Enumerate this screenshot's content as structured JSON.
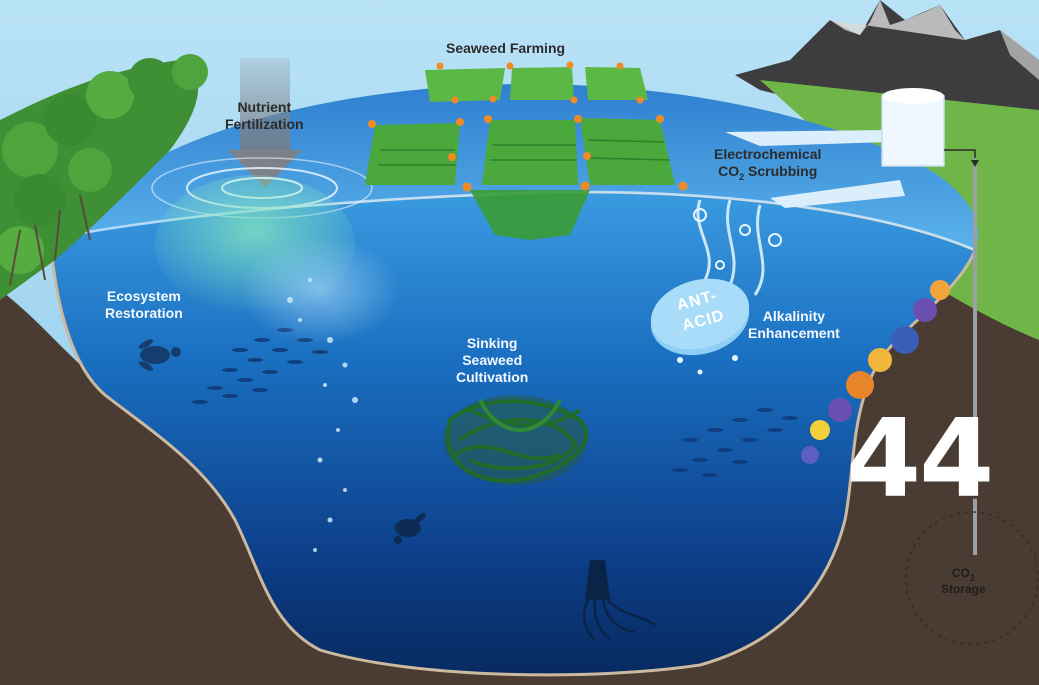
{
  "labels": {
    "seaweed_farming": "Seaweed Farming",
    "nutrient_fertilization": [
      "Nutrient",
      "Fertilization"
    ],
    "electrochemical": "Electrochemical",
    "co2_scrubbing_prefix": "CO",
    "co2_scrubbing_sub": "2",
    "co2_scrubbing_suffix": " Scrubbing",
    "ecosystem_restoration": [
      "Ecosystem",
      "Restoration"
    ],
    "sinking_seaweed": [
      "Sinking",
      "Seaweed",
      "Cultivation"
    ],
    "alkalinity_enhancement": [
      "Alkalinity",
      "Enhancement"
    ],
    "co2_storage_prefix": "CO",
    "co2_storage_sub": "2",
    "co2_storage_word": "Storage"
  },
  "antacid_pill": [
    "ANT-",
    "ACID"
  ],
  "page_number": "44",
  "colors": {
    "sky": "#9fd3ef",
    "ocean_surface": "#3d8fd8",
    "ocean_deep": "#0b2f6e",
    "earth": "#4a3c32",
    "seaweed": "#46a83a",
    "mangrove": "#3f8f35",
    "mountains": "#3c3c3c",
    "buoy": "#f08a24"
  }
}
